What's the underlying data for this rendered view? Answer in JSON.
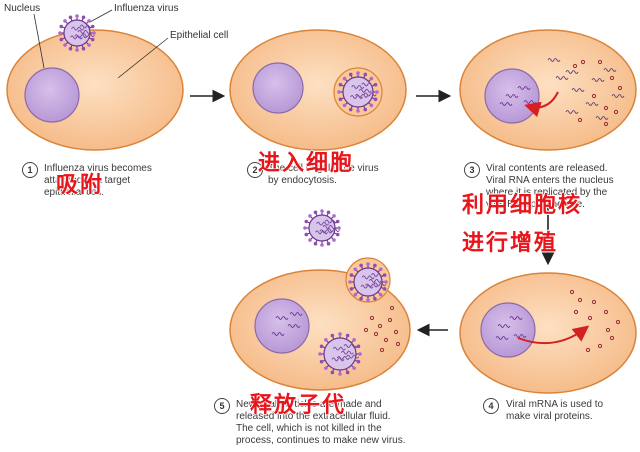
{
  "labels": {
    "nucleus": "Nucleus",
    "influenza_virus": "Influenza virus",
    "epithelial_cell": "Epithelial cell"
  },
  "steps": [
    {
      "number": "1",
      "lines": [
        "Influenza virus becomes",
        "attached to a target",
        "epithelial cell."
      ]
    },
    {
      "number": "2",
      "lines": [
        "The cell engulfs the virus",
        "by endocytosis."
      ]
    },
    {
      "number": "3",
      "lines": [
        "Viral contents are released.",
        "Viral RNA enters the nucleus",
        "where it is replicated by the",
        "viral RNA polymerase."
      ]
    },
    {
      "number": "4",
      "lines": [
        "Viral mRNA is used to",
        "make viral proteins."
      ]
    },
    {
      "number": "5",
      "lines": [
        "New viral particles are made and",
        "released into the extracellular fluid.",
        "The cell, which is not killed in the",
        "process, continues to make new virus."
      ]
    }
  ],
  "annotations_cn": {
    "step1": "吸附",
    "step2": "进入细胞",
    "step3_line1": "利用细胞核",
    "step3_line2": "进行增殖",
    "step5": "释放子代"
  },
  "colors": {
    "cell_fill": "#f9c99a",
    "cell_stroke": "#d9843a",
    "nucleus_fill": "#c8aee0",
    "nucleus_stroke": "#8c6aa8",
    "virus_fill": "#d9c4ec",
    "spike": "#7a3a9a",
    "annotation_red": "#e8161c",
    "rna_red": "#d42020"
  }
}
